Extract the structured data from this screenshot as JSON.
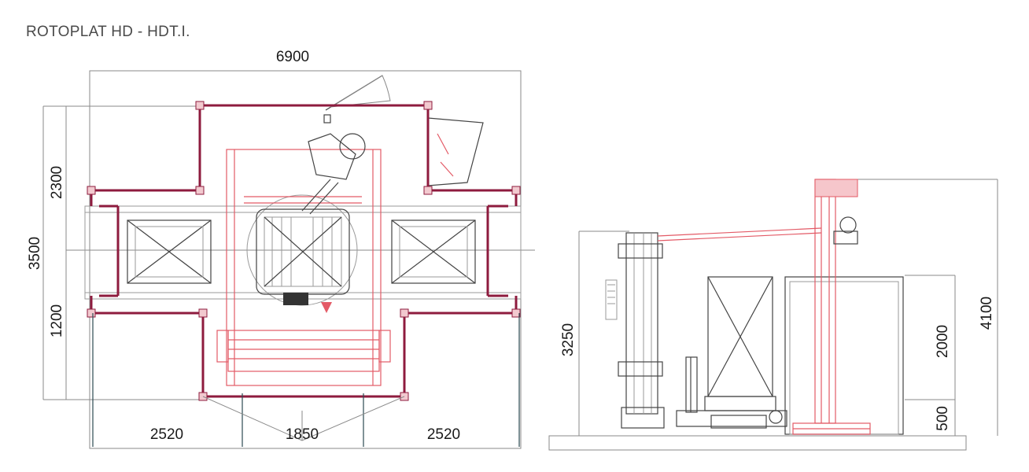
{
  "title": "ROTOPLAT HD - HDT.I.",
  "dimensions": {
    "top_width": "6900",
    "left_total": "3500",
    "left_upper": "2300",
    "left_lower": "1200",
    "bottom_left": "2520",
    "bottom_center": "1850",
    "bottom_right": "2520",
    "side_height_left": "3250",
    "side_height_right": "4100",
    "side_mid": "2000",
    "side_base": "500"
  },
  "colors": {
    "frame": "#8e1b3e",
    "machine": "#e35a66",
    "dimension_line": "#2c4a52"
  }
}
